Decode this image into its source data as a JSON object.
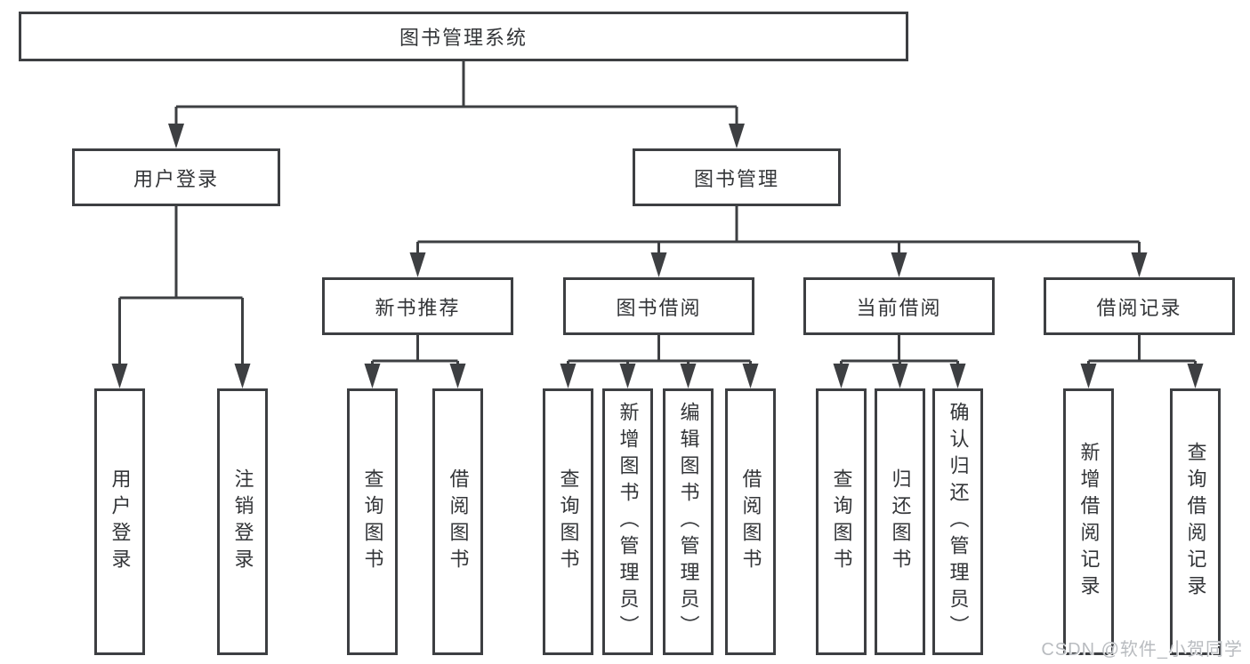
{
  "diagram": {
    "root": {
      "label": "图书管理系统"
    },
    "level2": [
      {
        "label": "用户登录"
      },
      {
        "label": "图书管理"
      }
    ],
    "level3": [
      {
        "label": "新书推荐"
      },
      {
        "label": "图书借阅"
      },
      {
        "label": "当前借阅"
      },
      {
        "label": "借阅记录"
      }
    ],
    "leaves": {
      "userLogin": [
        {
          "label": "用户登录"
        },
        {
          "label": "注销登录"
        }
      ],
      "newBook": [
        {
          "label": "查询图书"
        },
        {
          "label": "借阅图书"
        }
      ],
      "bookBorrow": [
        {
          "label": "查询图书"
        },
        {
          "label": "新增图书（管理员）"
        },
        {
          "label": "编辑图书（管理员）"
        },
        {
          "label": "借阅图书"
        }
      ],
      "currentBorrow": [
        {
          "label": "查询图书"
        },
        {
          "label": "归还图书"
        },
        {
          "label": "确认归还（管理员）"
        }
      ],
      "borrowRecord": [
        {
          "label": "新增借阅记录"
        },
        {
          "label": "查询借阅记录"
        }
      ]
    }
  },
  "watermark": {
    "text": "CSDN @软件_小贺同学"
  },
  "colors": {
    "border": "#3d3f42",
    "line": "#3d3f42",
    "text": "#333538",
    "watermark": "#b9bcc0",
    "background": "#ffffff"
  }
}
